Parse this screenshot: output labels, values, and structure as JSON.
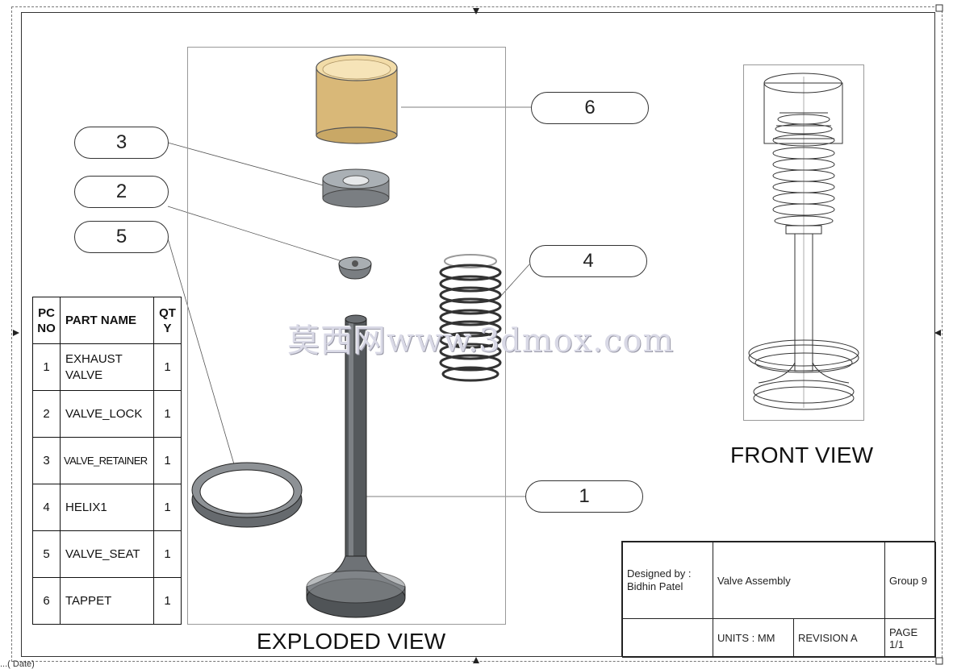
{
  "sheet": {
    "footer_fragment": "...( Date)"
  },
  "views": {
    "exploded_label": "EXPLODED VIEW",
    "front_label": "FRONT VIEW"
  },
  "balloons": [
    {
      "id": "6",
      "label": "6"
    },
    {
      "id": "3",
      "label": "3"
    },
    {
      "id": "2",
      "label": "2"
    },
    {
      "id": "5",
      "label": "5"
    },
    {
      "id": "4",
      "label": "4"
    },
    {
      "id": "1",
      "label": "1"
    }
  ],
  "bom": {
    "headers": {
      "pc_no": "PC\nNO",
      "part_name": "PART NAME",
      "qty": "QT\nY"
    },
    "rows": [
      {
        "pc": "1",
        "name": "EXHAUST VALVE",
        "qty": "1"
      },
      {
        "pc": "2",
        "name": "VALVE_LOCK",
        "qty": "1"
      },
      {
        "pc": "3",
        "name": "VALVE_RETAINER",
        "qty": "1"
      },
      {
        "pc": "4",
        "name": "HELIX1",
        "qty": "1"
      },
      {
        "pc": "5",
        "name": "VALVE_SEAT",
        "qty": "1"
      },
      {
        "pc": "6",
        "name": "TAPPET",
        "qty": "1"
      }
    ]
  },
  "title_block": {
    "designed_by_label": "Designed by :",
    "designer": "Bidhin Patel",
    "title": "Valve Assembly",
    "group": "Group 9",
    "units": "UNITS : MM",
    "revision": "REVISION A",
    "page": "PAGE 1/1"
  },
  "watermark": "莫西网www.3dmox.com",
  "colors": {
    "tappet": "#d9b878",
    "tappet_top": "#f2dca8",
    "steel": "#8a8e92",
    "dark_steel": "#4a4d50",
    "line": "#333333"
  }
}
